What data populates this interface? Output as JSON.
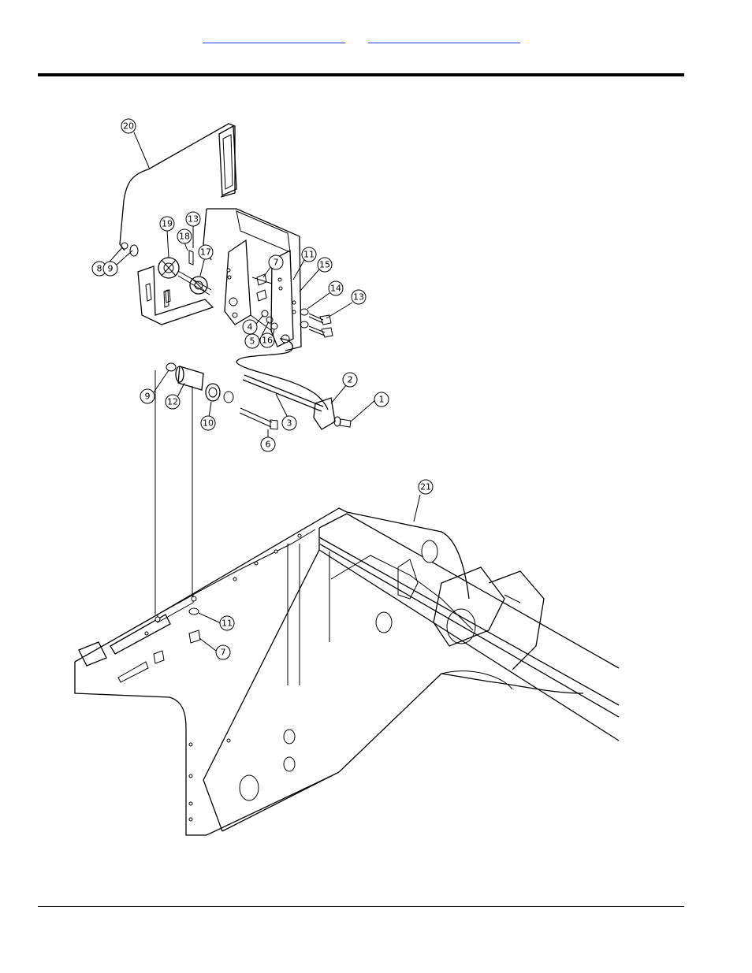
{
  "header": {
    "link_1": "",
    "link_2": ""
  },
  "callouts": [
    {
      "label": "20"
    },
    {
      "label": "19"
    },
    {
      "label": "18"
    },
    {
      "label": "13"
    },
    {
      "label": "17"
    },
    {
      "label": "8"
    },
    {
      "label": "9"
    },
    {
      "label": "7"
    },
    {
      "label": "11"
    },
    {
      "label": "15"
    },
    {
      "label": "14"
    },
    {
      "label": "13"
    },
    {
      "label": "4"
    },
    {
      "label": "5"
    },
    {
      "label": "16"
    },
    {
      "label": "9"
    },
    {
      "label": "12"
    },
    {
      "label": "10"
    },
    {
      "label": "6"
    },
    {
      "label": "3"
    },
    {
      "label": "2"
    },
    {
      "label": "1"
    },
    {
      "label": "21"
    },
    {
      "label": "11"
    },
    {
      "label": "7"
    }
  ]
}
